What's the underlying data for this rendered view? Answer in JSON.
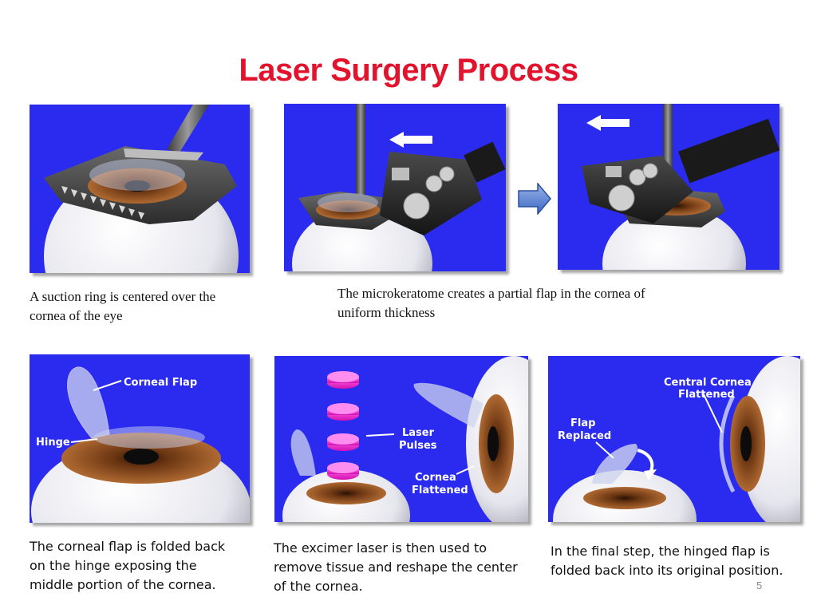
{
  "slide": {
    "title": "Laser Surgery Process",
    "page_number": "5"
  },
  "top_row": {
    "caption_1": [
      "A suction ring is centered over the",
      "cornea of the eye"
    ],
    "caption_2": [
      "The microkeratome creates a partial flap in the cornea of",
      "uniform thickness"
    ]
  },
  "bottom_row": {
    "panel_1_labels": {
      "flap": "Corneal Flap",
      "hinge": "Hinge"
    },
    "panel_2_labels": {
      "pulses_1": "Laser",
      "pulses_2": "Pulses",
      "flat_1": "Cornea",
      "flat_2": "Flattened"
    },
    "panel_3_labels": {
      "replaced_1": "Flap",
      "replaced_2": "Replaced",
      "central_1": "Central Cornea",
      "central_2": "Flattened"
    },
    "caption_1": [
      "The corneal flap is folded back",
      "on the hinge exposing the",
      "middle portion of the cornea."
    ],
    "caption_2": [
      "The excimer laser is then used to",
      "remove tissue and reshape the center",
      "of the cornea."
    ],
    "caption_3": [
      "In the final step, the hinged flap is",
      "folded back into its original position."
    ]
  },
  "colors": {
    "title": "#e2142d",
    "panel_bg": "#2b2bef",
    "iris": "#8a4a22",
    "laser": "#ff1ed0"
  }
}
